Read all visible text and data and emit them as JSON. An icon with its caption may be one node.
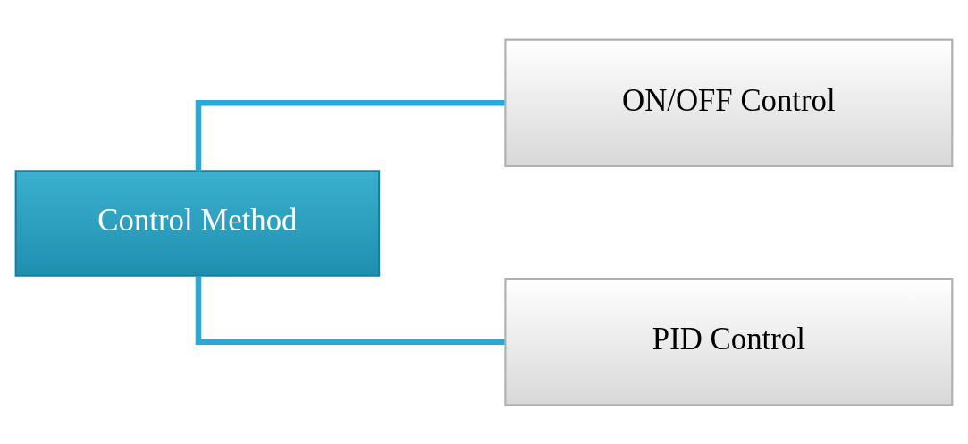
{
  "diagram": {
    "nodes": [
      {
        "text": [
          "Control Method"
        ]
      },
      {
        "text": [
          "ON/OFF Control"
        ]
      },
      {
        "text": [
          "PID Control"
        ]
      }
    ],
    "edges": [
      {
        "from": 0,
        "to": 1,
        "arrow": "none"
      },
      {
        "from": 0,
        "to": 2,
        "arrow": "none"
      }
    ]
  }
}
